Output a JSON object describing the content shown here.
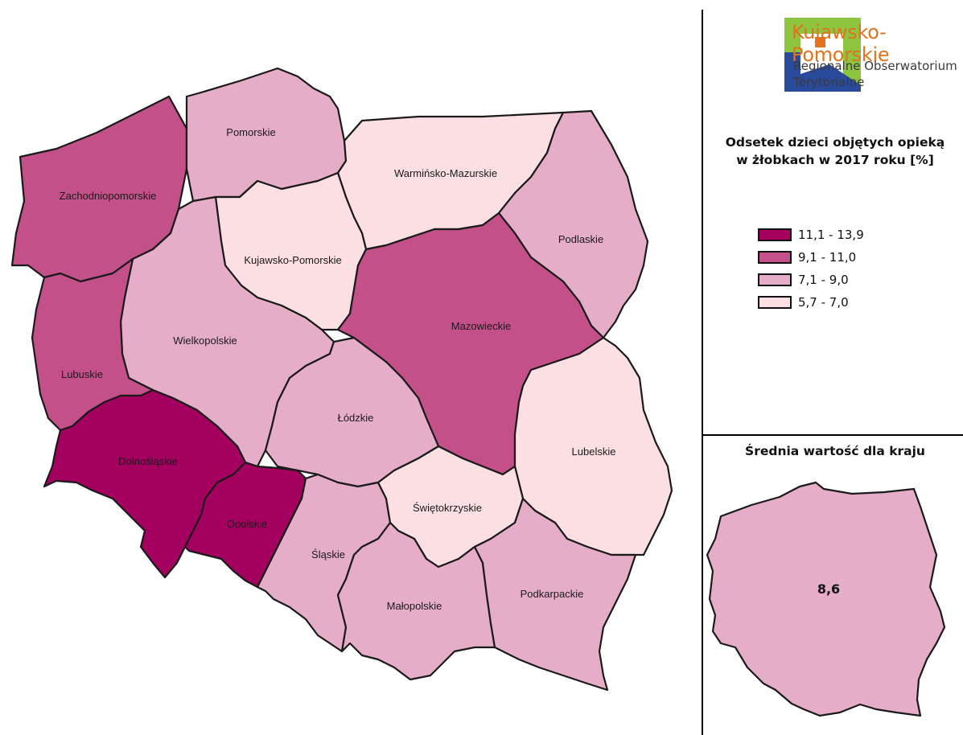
{
  "legend": {
    "title_line1": "Odsetek dzieci objętych opieką",
    "title_line2": "w żłobkach w 2017 roku [%]",
    "classes": [
      {
        "label": "11,1 - 13,9",
        "color": "#a3005f"
      },
      {
        "label": "9,1 - 11,0",
        "color": "#c4508a"
      },
      {
        "label": "7,1 - 9,0",
        "color": "#e6adc8"
      },
      {
        "label": "5,7 - 7,0",
        "color": "#fbdfe2"
      }
    ]
  },
  "logo": {
    "title": "Kujawsko-Pomorskie",
    "subtitle_line1": "Regionalne Obserwatorium",
    "subtitle_line2": "Terytorialne",
    "colors": {
      "green": "#8dc540",
      "blue": "#2a4a9b",
      "orange": "#e8731e"
    }
  },
  "regions": [
    {
      "name": "Zachodniopomorskie",
      "class": 1
    },
    {
      "name": "Pomorskie",
      "class": 2
    },
    {
      "name": "Warmińsko-Mazurskie",
      "class": 3
    },
    {
      "name": "Podlaskie",
      "class": 2
    },
    {
      "name": "Kujawsko-Pomorskie",
      "class": 3
    },
    {
      "name": "Wielkopolskie",
      "class": 2
    },
    {
      "name": "Lubuskie",
      "class": 1
    },
    {
      "name": "Mazowieckie",
      "class": 1
    },
    {
      "name": "Łódzkie",
      "class": 2
    },
    {
      "name": "Lubelskie",
      "class": 3
    },
    {
      "name": "Dolnośląskie",
      "class": 0
    },
    {
      "name": "Opolskie",
      "class": 0
    },
    {
      "name": "Śląskie",
      "class": 2
    },
    {
      "name": "Świętokrzyskie",
      "class": 3
    },
    {
      "name": "Małopolskie",
      "class": 2
    },
    {
      "name": "Podkarpackie",
      "class": 2
    }
  ],
  "national_average": {
    "title": "Średnia wartość dla kraju",
    "value": "8,6",
    "color": "#e6adc8"
  }
}
